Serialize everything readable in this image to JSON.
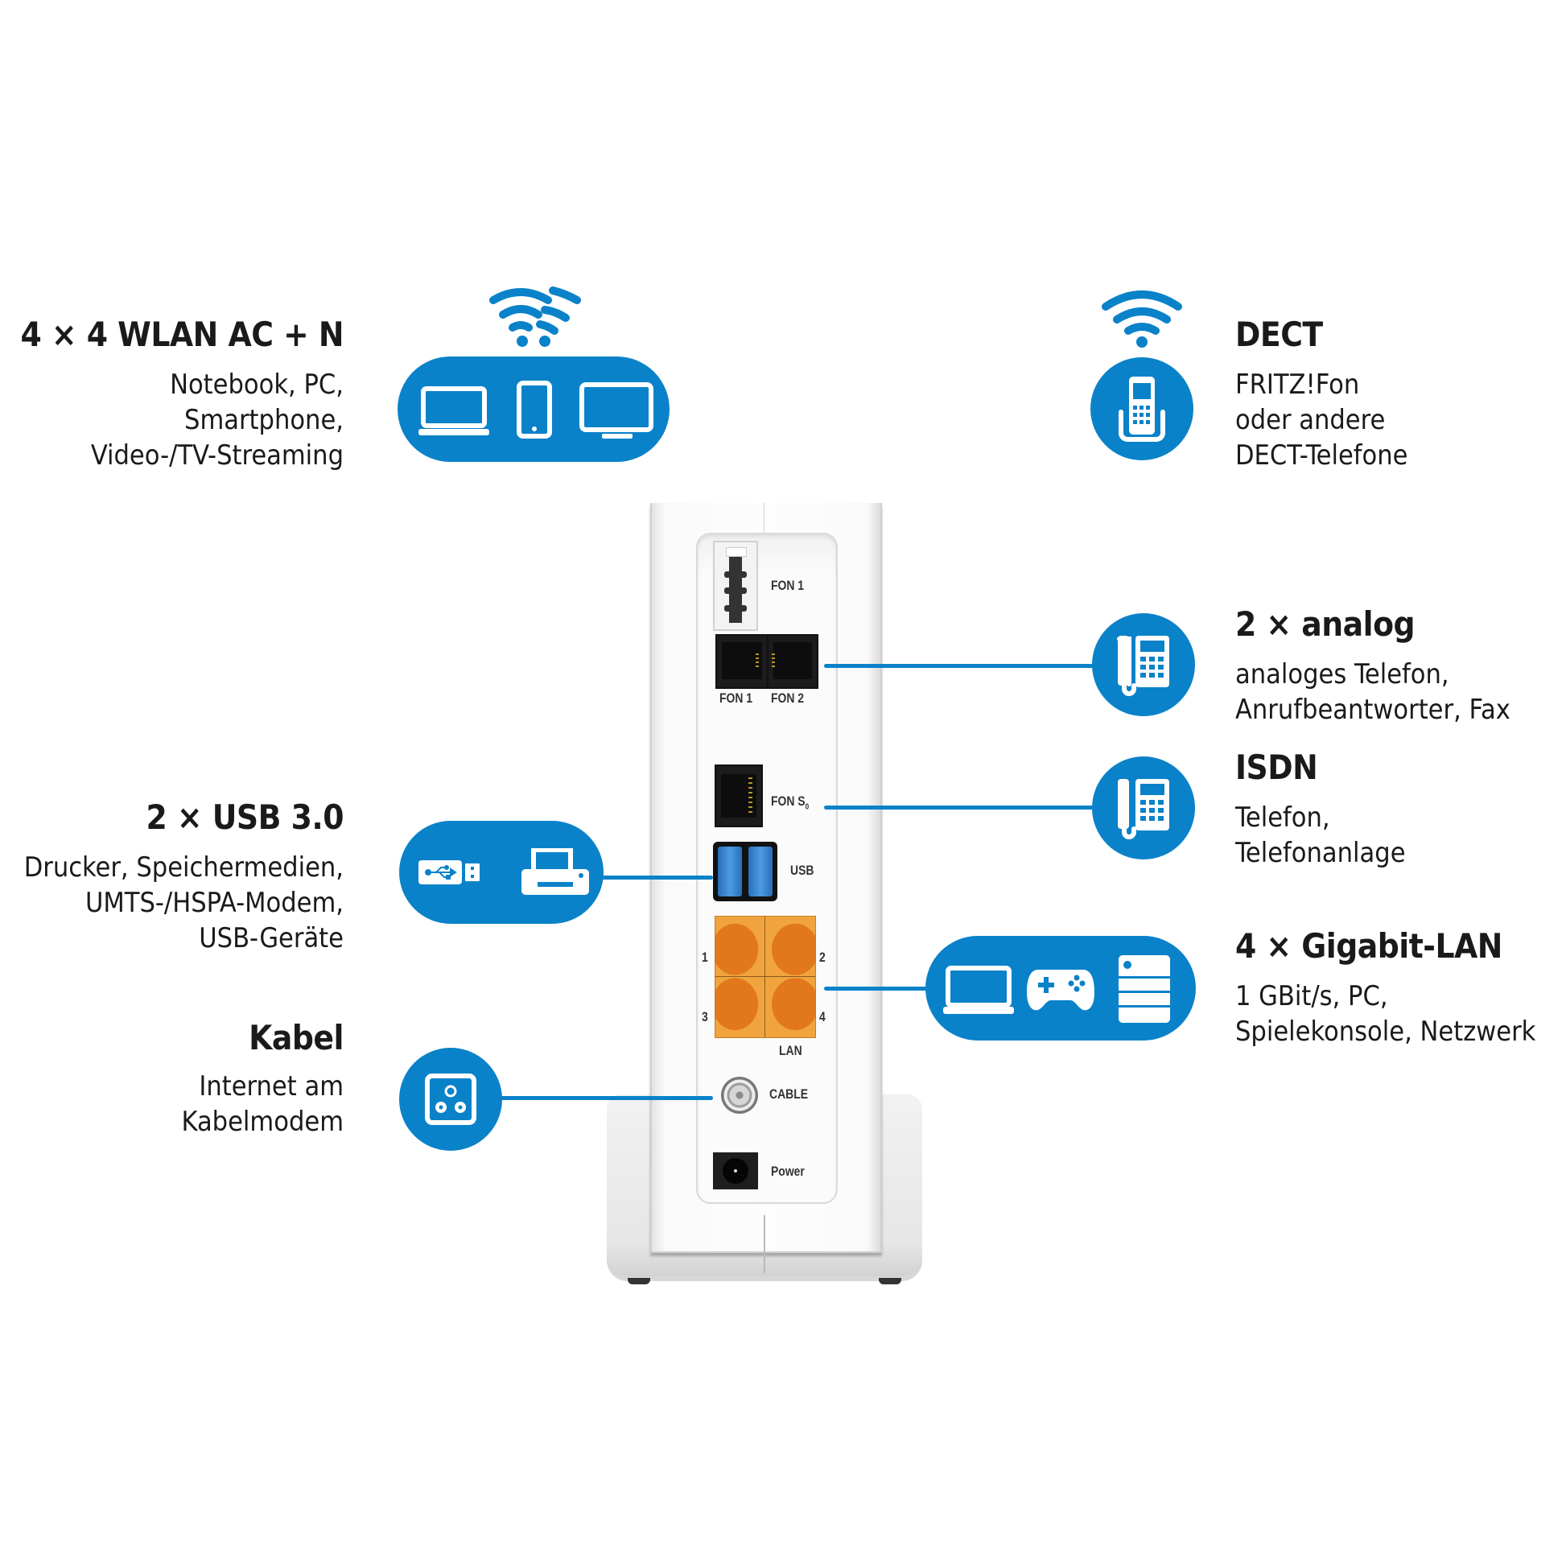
{
  "accent_color": "#0a82c9",
  "features": {
    "wlan": {
      "title": "4 × 4 WLAN AC + N",
      "lines": [
        "Notebook, PC,",
        "Smartphone,",
        "Video-/TV-Streaming"
      ],
      "icons": [
        "wifi-icon",
        "laptop-icon",
        "smartphone-icon",
        "monitor-icon"
      ]
    },
    "dect": {
      "title": "DECT",
      "lines": [
        "FRITZ!Fon",
        "oder andere",
        "DECT-Telefone"
      ],
      "icons": [
        "wifi-icon",
        "cordless-phone-icon"
      ]
    },
    "analog": {
      "title": "2 × analog",
      "lines": [
        "analoges Telefon,",
        "Anrufbeantworter, Fax"
      ],
      "icons": [
        "desk-phone-icon"
      ]
    },
    "isdn": {
      "title": "ISDN",
      "lines": [
        "Telefon,",
        "Telefonanlage"
      ],
      "icons": [
        "desk-phone-icon"
      ]
    },
    "usb": {
      "title": "2 × USB 3.0",
      "lines": [
        "Drucker, Speichermedien,",
        "UMTS-/HSPA-Modem,",
        "USB-Geräte"
      ],
      "icons": [
        "usb-stick-icon",
        "printer-icon"
      ]
    },
    "lan": {
      "title": "4 × Gigabit-LAN",
      "lines": [
        "1 GBit/s, PC,",
        "Spielekonsole, Netzwerk"
      ],
      "icons": [
        "laptop-icon",
        "gamepad-icon",
        "nas-icon"
      ]
    },
    "cable": {
      "title": "Kabel",
      "lines": [
        "Internet am",
        "Kabelmodem"
      ],
      "icons": [
        "coax-socket-icon"
      ]
    }
  },
  "device": {
    "ports": {
      "fon1_tae": "FON 1",
      "fon1": "FON 1",
      "fon2": "FON 2",
      "fon_s0": "FON S",
      "fon_s0_sub": "0",
      "usb": "USB",
      "lan_numbers": [
        "1",
        "2",
        "3",
        "4"
      ],
      "lan": "LAN",
      "cable": "CABLE",
      "power": "Power"
    }
  }
}
